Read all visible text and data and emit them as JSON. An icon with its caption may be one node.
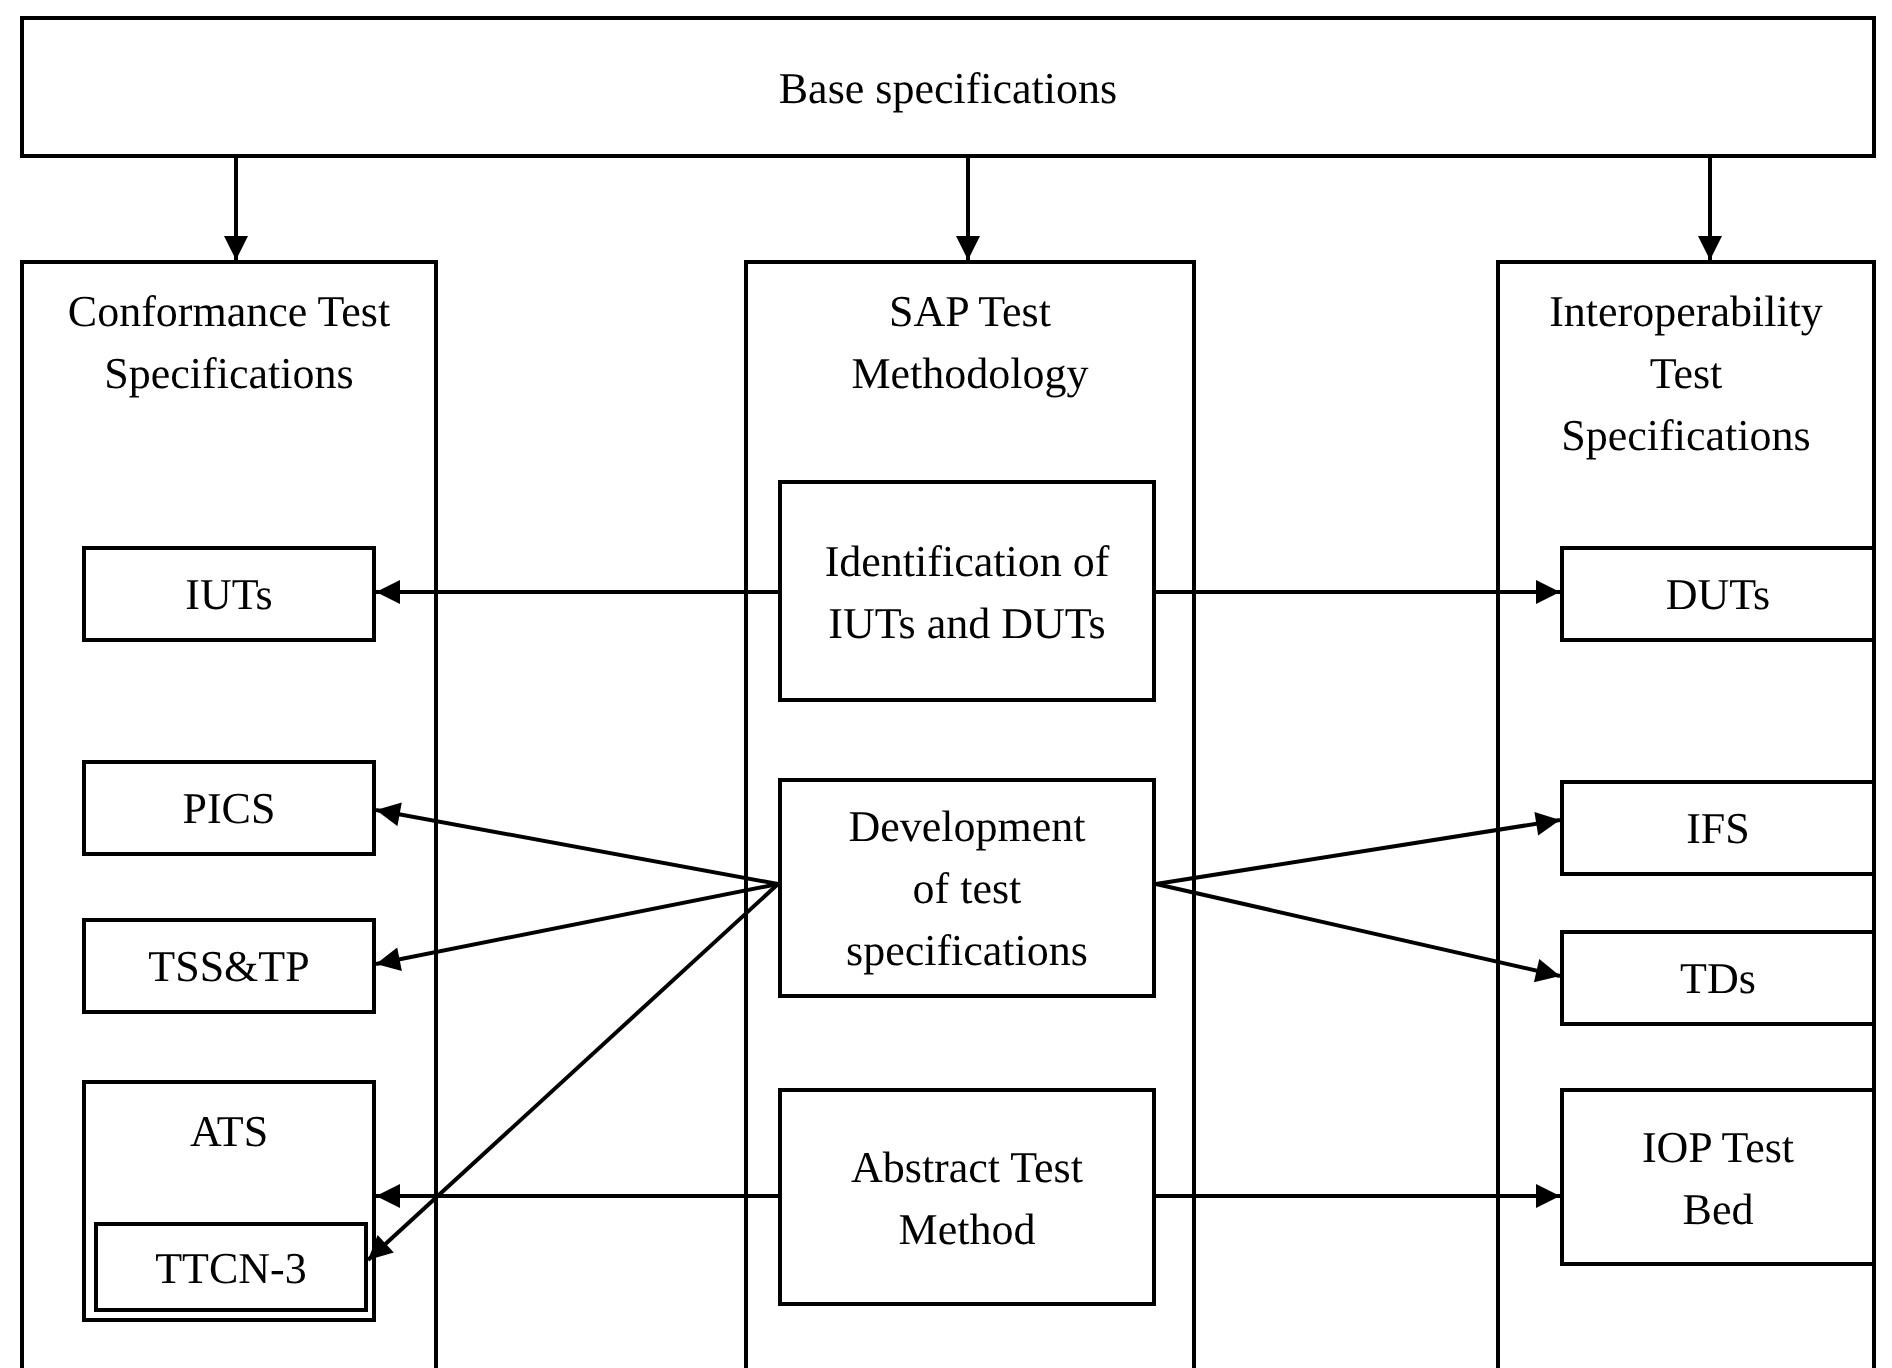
{
  "diagram": {
    "nodes": [
      {
        "text": [
          "Base specifications"
        ]
      },
      {
        "text": [
          "Conformance Test Specifications"
        ]
      },
      {
        "text": [
          "SAP Test Methodology"
        ]
      },
      {
        "text": [
          "Interoperability Test Specifications"
        ]
      },
      {
        "text": [
          "IUTs"
        ],
        "in": 1
      },
      {
        "text": [
          "PICS"
        ],
        "in": 1
      },
      {
        "text": [
          "TSS&TP"
        ],
        "in": 1
      },
      {
        "text": [
          "ATS"
        ],
        "in": 1
      },
      {
        "text": [
          "TTCN-3"
        ],
        "in": 7
      },
      {
        "text": [
          "Identification of IUTs and DUTs"
        ],
        "in": 2
      },
      {
        "text": [
          "Development of test specifications"
        ],
        "in": 2
      },
      {
        "text": [
          "Abstract Test Method"
        ],
        "in": 2
      },
      {
        "text": [
          "DUTs"
        ],
        "in": 3
      },
      {
        "text": [
          "IFS"
        ],
        "in": 3
      },
      {
        "text": [
          "TDs"
        ],
        "in": 3
      },
      {
        "text": [
          "IOP Test Bed"
        ],
        "in": 3
      }
    ],
    "edges": [
      {
        "from": 0,
        "to": 1,
        "arrow": "to"
      },
      {
        "from": 0,
        "to": 2,
        "arrow": "to"
      },
      {
        "from": 0,
        "to": 3,
        "arrow": "to"
      },
      {
        "from": 9,
        "to": 4,
        "arrow": "to"
      },
      {
        "from": 9,
        "to": 12,
        "arrow": "to"
      },
      {
        "from": 10,
        "to": 5,
        "arrow": "to"
      },
      {
        "from": 10,
        "to": 6,
        "arrow": "to"
      },
      {
        "from": 10,
        "to": 8,
        "arrow": "to"
      },
      {
        "from": 10,
        "to": 13,
        "arrow": "to"
      },
      {
        "from": 10,
        "to": 14,
        "arrow": "to"
      },
      {
        "from": 11,
        "to": 7,
        "arrow": "to"
      },
      {
        "from": 11,
        "to": 15,
        "arrow": "to"
      }
    ]
  }
}
